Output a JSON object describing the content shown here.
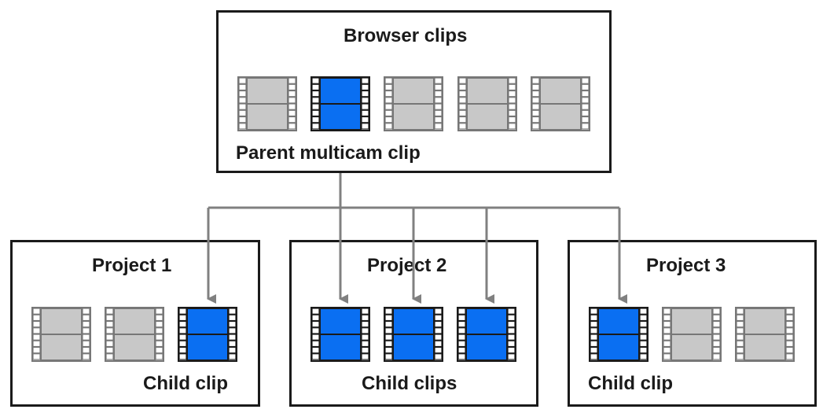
{
  "browser": {
    "title": "Browser clips",
    "caption": "Parent multicam clip",
    "clips": [
      "gray",
      "blue",
      "gray",
      "gray",
      "gray"
    ]
  },
  "projects": [
    {
      "title": "Project 1",
      "caption": "Child clip",
      "clips": [
        "gray",
        "gray",
        "blue"
      ]
    },
    {
      "title": "Project 2",
      "caption": "Child clips",
      "clips": [
        "blue",
        "blue",
        "blue"
      ]
    },
    {
      "title": "Project 3",
      "caption": "Child clip",
      "clips": [
        "blue",
        "gray",
        "gray"
      ]
    }
  ],
  "colors": {
    "blue": "#0a6ff2",
    "gray": "#c8c8c8",
    "border": "#1a1a1a",
    "connector": "#808080",
    "sprocket": "#666666"
  }
}
